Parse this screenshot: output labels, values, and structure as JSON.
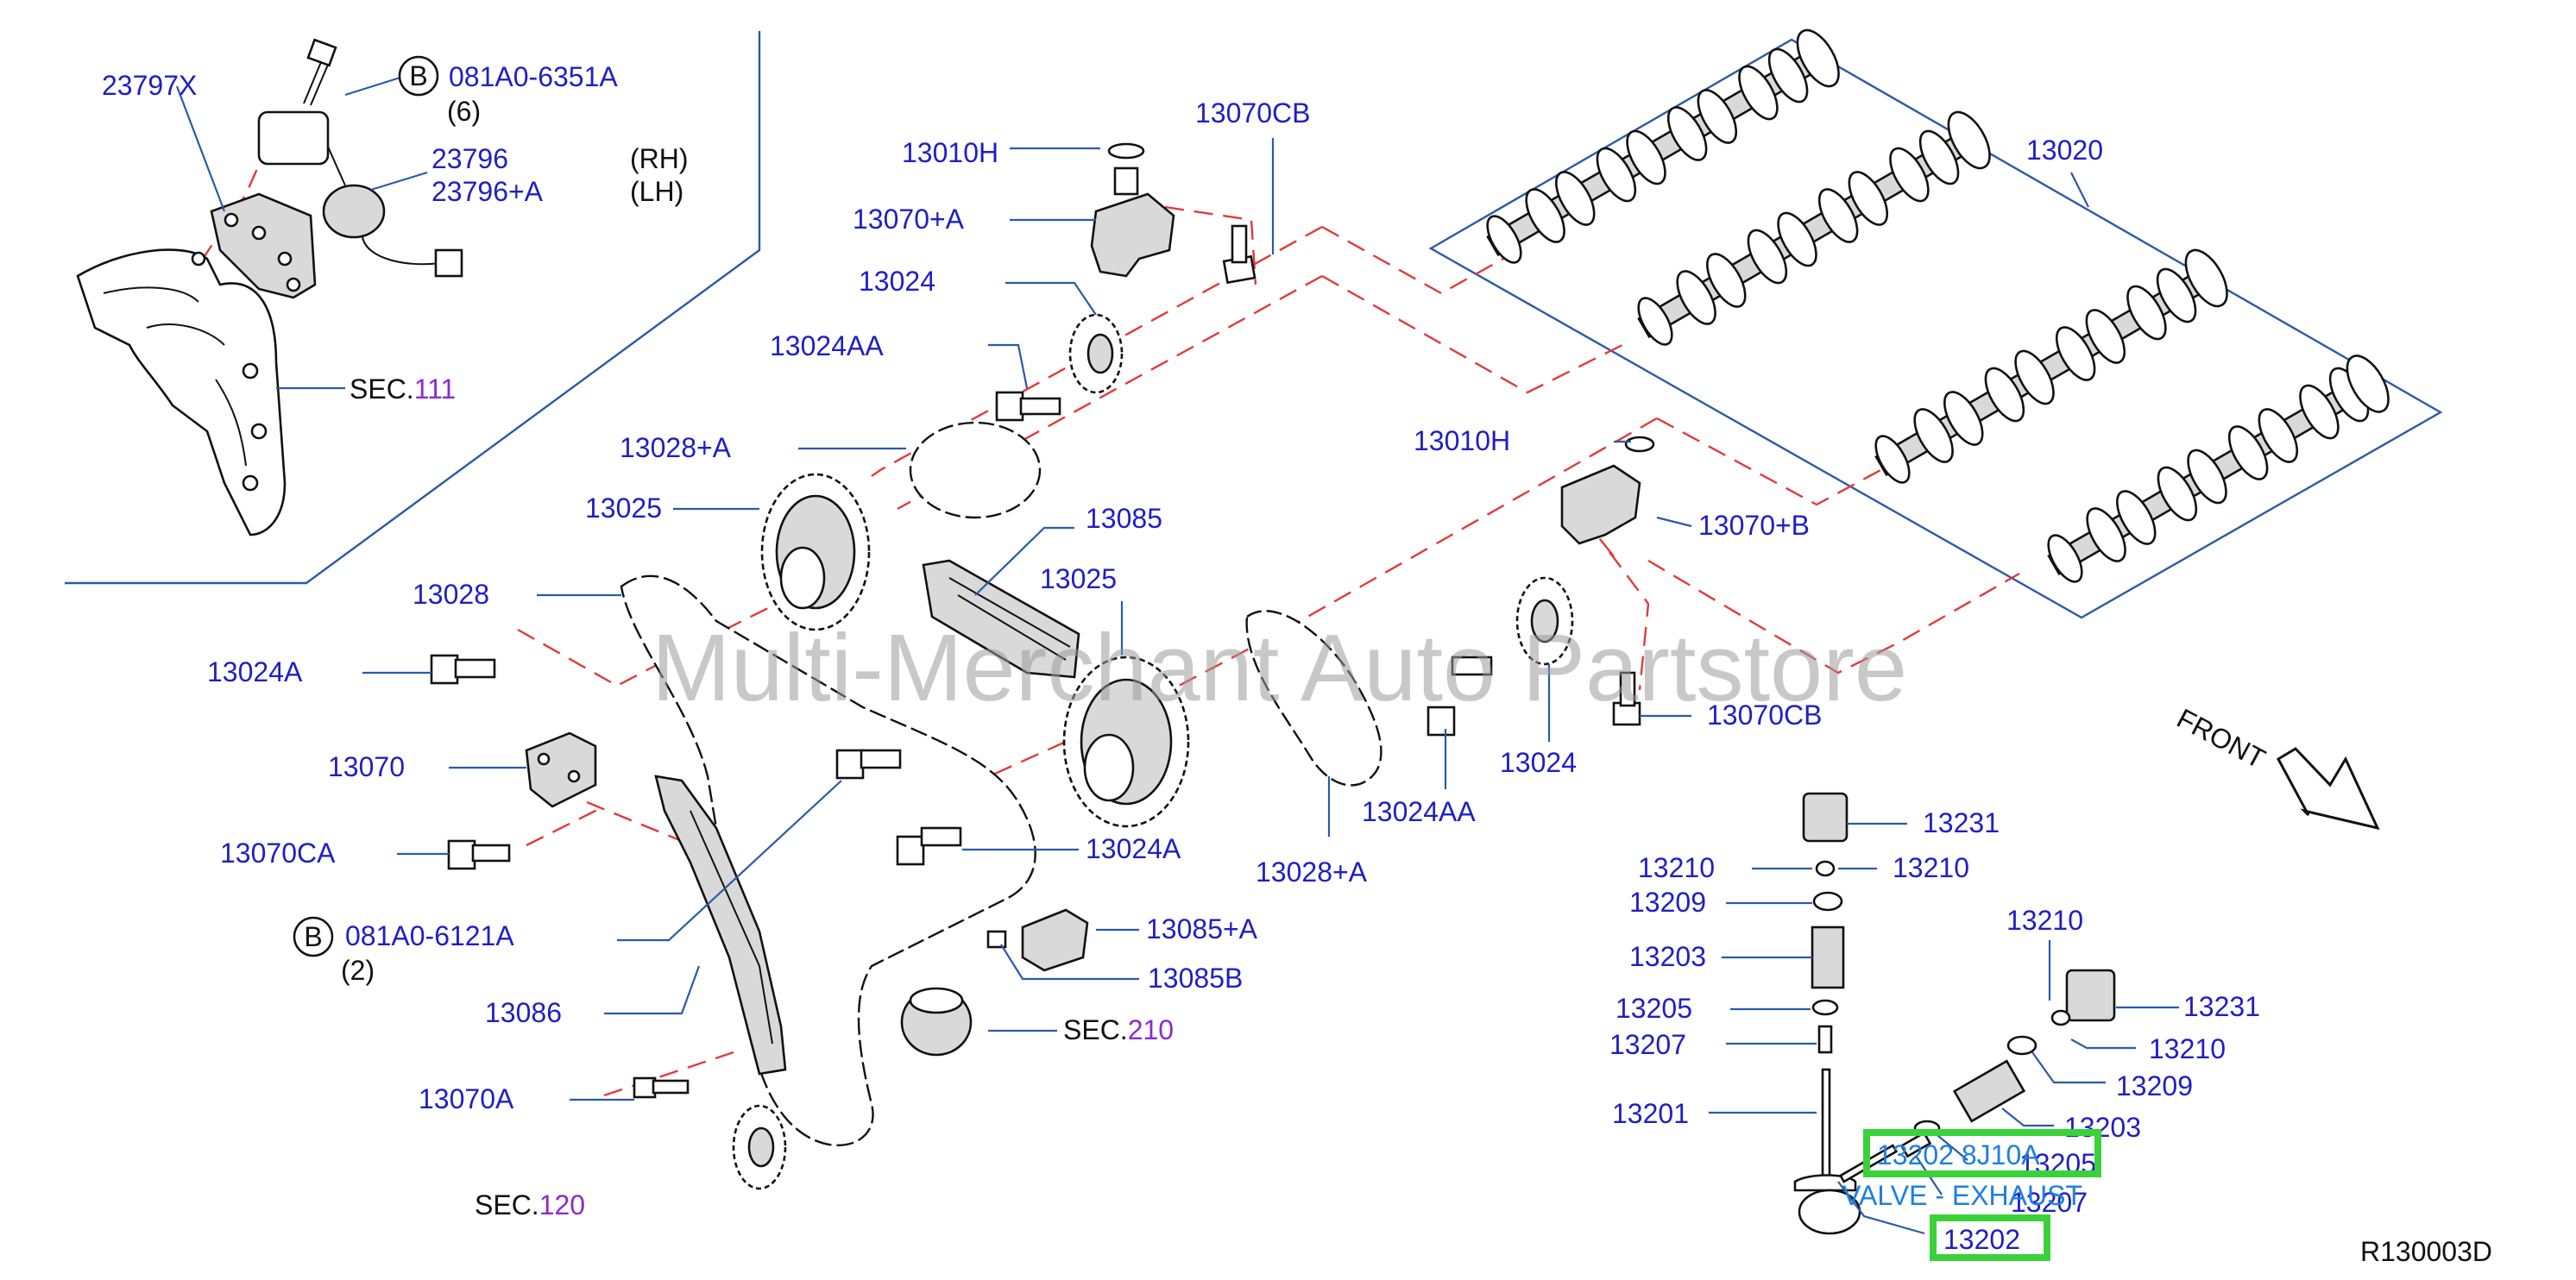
{
  "watermark": "Multi-Merchant Auto Partstore",
  "diagram_code": "R130003D",
  "front_label": "FRONT",
  "callouts": [
    {
      "id": "23797X",
      "text": "23797X",
      "color": "blue"
    },
    {
      "id": "081A0-6351A",
      "text": "081A0-6351A",
      "color": "blue"
    },
    {
      "id": "qty6",
      "text": "(6)",
      "color": "black"
    },
    {
      "id": "23796",
      "text": "23796",
      "color": "blue"
    },
    {
      "id": "23796A",
      "text": "23796+A",
      "color": "blue"
    },
    {
      "id": "rh",
      "text": "(RH)",
      "color": "black"
    },
    {
      "id": "lh",
      "text": "(LH)",
      "color": "black"
    },
    {
      "id": "13010H_a",
      "text": "13010H",
      "color": "blue"
    },
    {
      "id": "13070CB_a",
      "text": "13070CB",
      "color": "blue"
    },
    {
      "id": "13070A_plus",
      "text": "13070+A",
      "color": "blue"
    },
    {
      "id": "13024_a",
      "text": "13024",
      "color": "blue"
    },
    {
      "id": "13024AA_a",
      "text": "13024AA",
      "color": "blue"
    },
    {
      "id": "13028A_a",
      "text": "13028+A",
      "color": "blue"
    },
    {
      "id": "13025_a",
      "text": "13025",
      "color": "blue"
    },
    {
      "id": "13085",
      "text": "13085",
      "color": "blue"
    },
    {
      "id": "13025_b",
      "text": "13025",
      "color": "blue"
    },
    {
      "id": "13028",
      "text": "13028",
      "color": "blue"
    },
    {
      "id": "13024A_a",
      "text": "13024A",
      "color": "blue"
    },
    {
      "id": "13070",
      "text": "13070",
      "color": "blue"
    },
    {
      "id": "13070CA",
      "text": "13070CA",
      "color": "blue"
    },
    {
      "id": "081A0-6121A",
      "text": "081A0-6121A",
      "color": "blue"
    },
    {
      "id": "qty2",
      "text": "(2)",
      "color": "black"
    },
    {
      "id": "13086",
      "text": "13086",
      "color": "blue"
    },
    {
      "id": "13070A",
      "text": "13070A",
      "color": "blue"
    },
    {
      "id": "13024A_b",
      "text": "13024A",
      "color": "blue"
    },
    {
      "id": "13085A",
      "text": "13085+A",
      "color": "blue"
    },
    {
      "id": "13085B",
      "text": "13085B",
      "color": "blue"
    },
    {
      "id": "13024AA_b",
      "text": "13024AA",
      "color": "blue"
    },
    {
      "id": "13028A_b",
      "text": "13028+A",
      "color": "blue"
    },
    {
      "id": "13010H_b",
      "text": "13010H",
      "color": "blue"
    },
    {
      "id": "13070B_plus",
      "text": "13070+B",
      "color": "blue"
    },
    {
      "id": "13024_b",
      "text": "13024",
      "color": "blue"
    },
    {
      "id": "13070CB_b",
      "text": "13070CB",
      "color": "blue"
    },
    {
      "id": "13020",
      "text": "13020",
      "color": "blue"
    },
    {
      "id": "13231_a",
      "text": "13231",
      "color": "blue"
    },
    {
      "id": "13210_a",
      "text": "13210",
      "color": "blue"
    },
    {
      "id": "13210_b",
      "text": "13210",
      "color": "blue"
    },
    {
      "id": "13209_a",
      "text": "13209",
      "color": "blue"
    },
    {
      "id": "13203_a",
      "text": "13203",
      "color": "blue"
    },
    {
      "id": "13205_a",
      "text": "13205",
      "color": "blue"
    },
    {
      "id": "13207_a",
      "text": "13207",
      "color": "blue"
    },
    {
      "id": "13201",
      "text": "13201",
      "color": "blue"
    },
    {
      "id": "13210_c",
      "text": "13210",
      "color": "blue"
    },
    {
      "id": "13231_b",
      "text": "13231",
      "color": "blue"
    },
    {
      "id": "13210_d",
      "text": "13210",
      "color": "blue"
    },
    {
      "id": "13209_b",
      "text": "13209",
      "color": "blue"
    },
    {
      "id": "13203_b",
      "text": "13203",
      "color": "blue"
    },
    {
      "id": "13205_b",
      "text": "13205",
      "color": "blue"
    },
    {
      "id": "13207_b",
      "text": "13207",
      "color": "blue"
    }
  ],
  "section_refs": [
    {
      "id": "sec111",
      "prefix": "SEC.",
      "number": "111"
    },
    {
      "id": "sec210",
      "prefix": "SEC.",
      "number": "210"
    },
    {
      "id": "sec120",
      "prefix": "SEC.",
      "number": "120"
    }
  ],
  "bolt_markers": [
    {
      "id": "b1",
      "letter": "B"
    },
    {
      "id": "b2",
      "letter": "B"
    }
  ],
  "highlights": {
    "part_13202_8J10A": "13202 8J10A",
    "valve_exhaust": "VALVE - EXHAUST",
    "part_13202": "13202"
  },
  "colors": {
    "callout_blue": "#1f1fc4",
    "section_purple": "#8a2bd0",
    "highlight_green": "#3bd13b",
    "highlight_text": "#1e7fe0",
    "phantom_red": "#e23a3a"
  }
}
